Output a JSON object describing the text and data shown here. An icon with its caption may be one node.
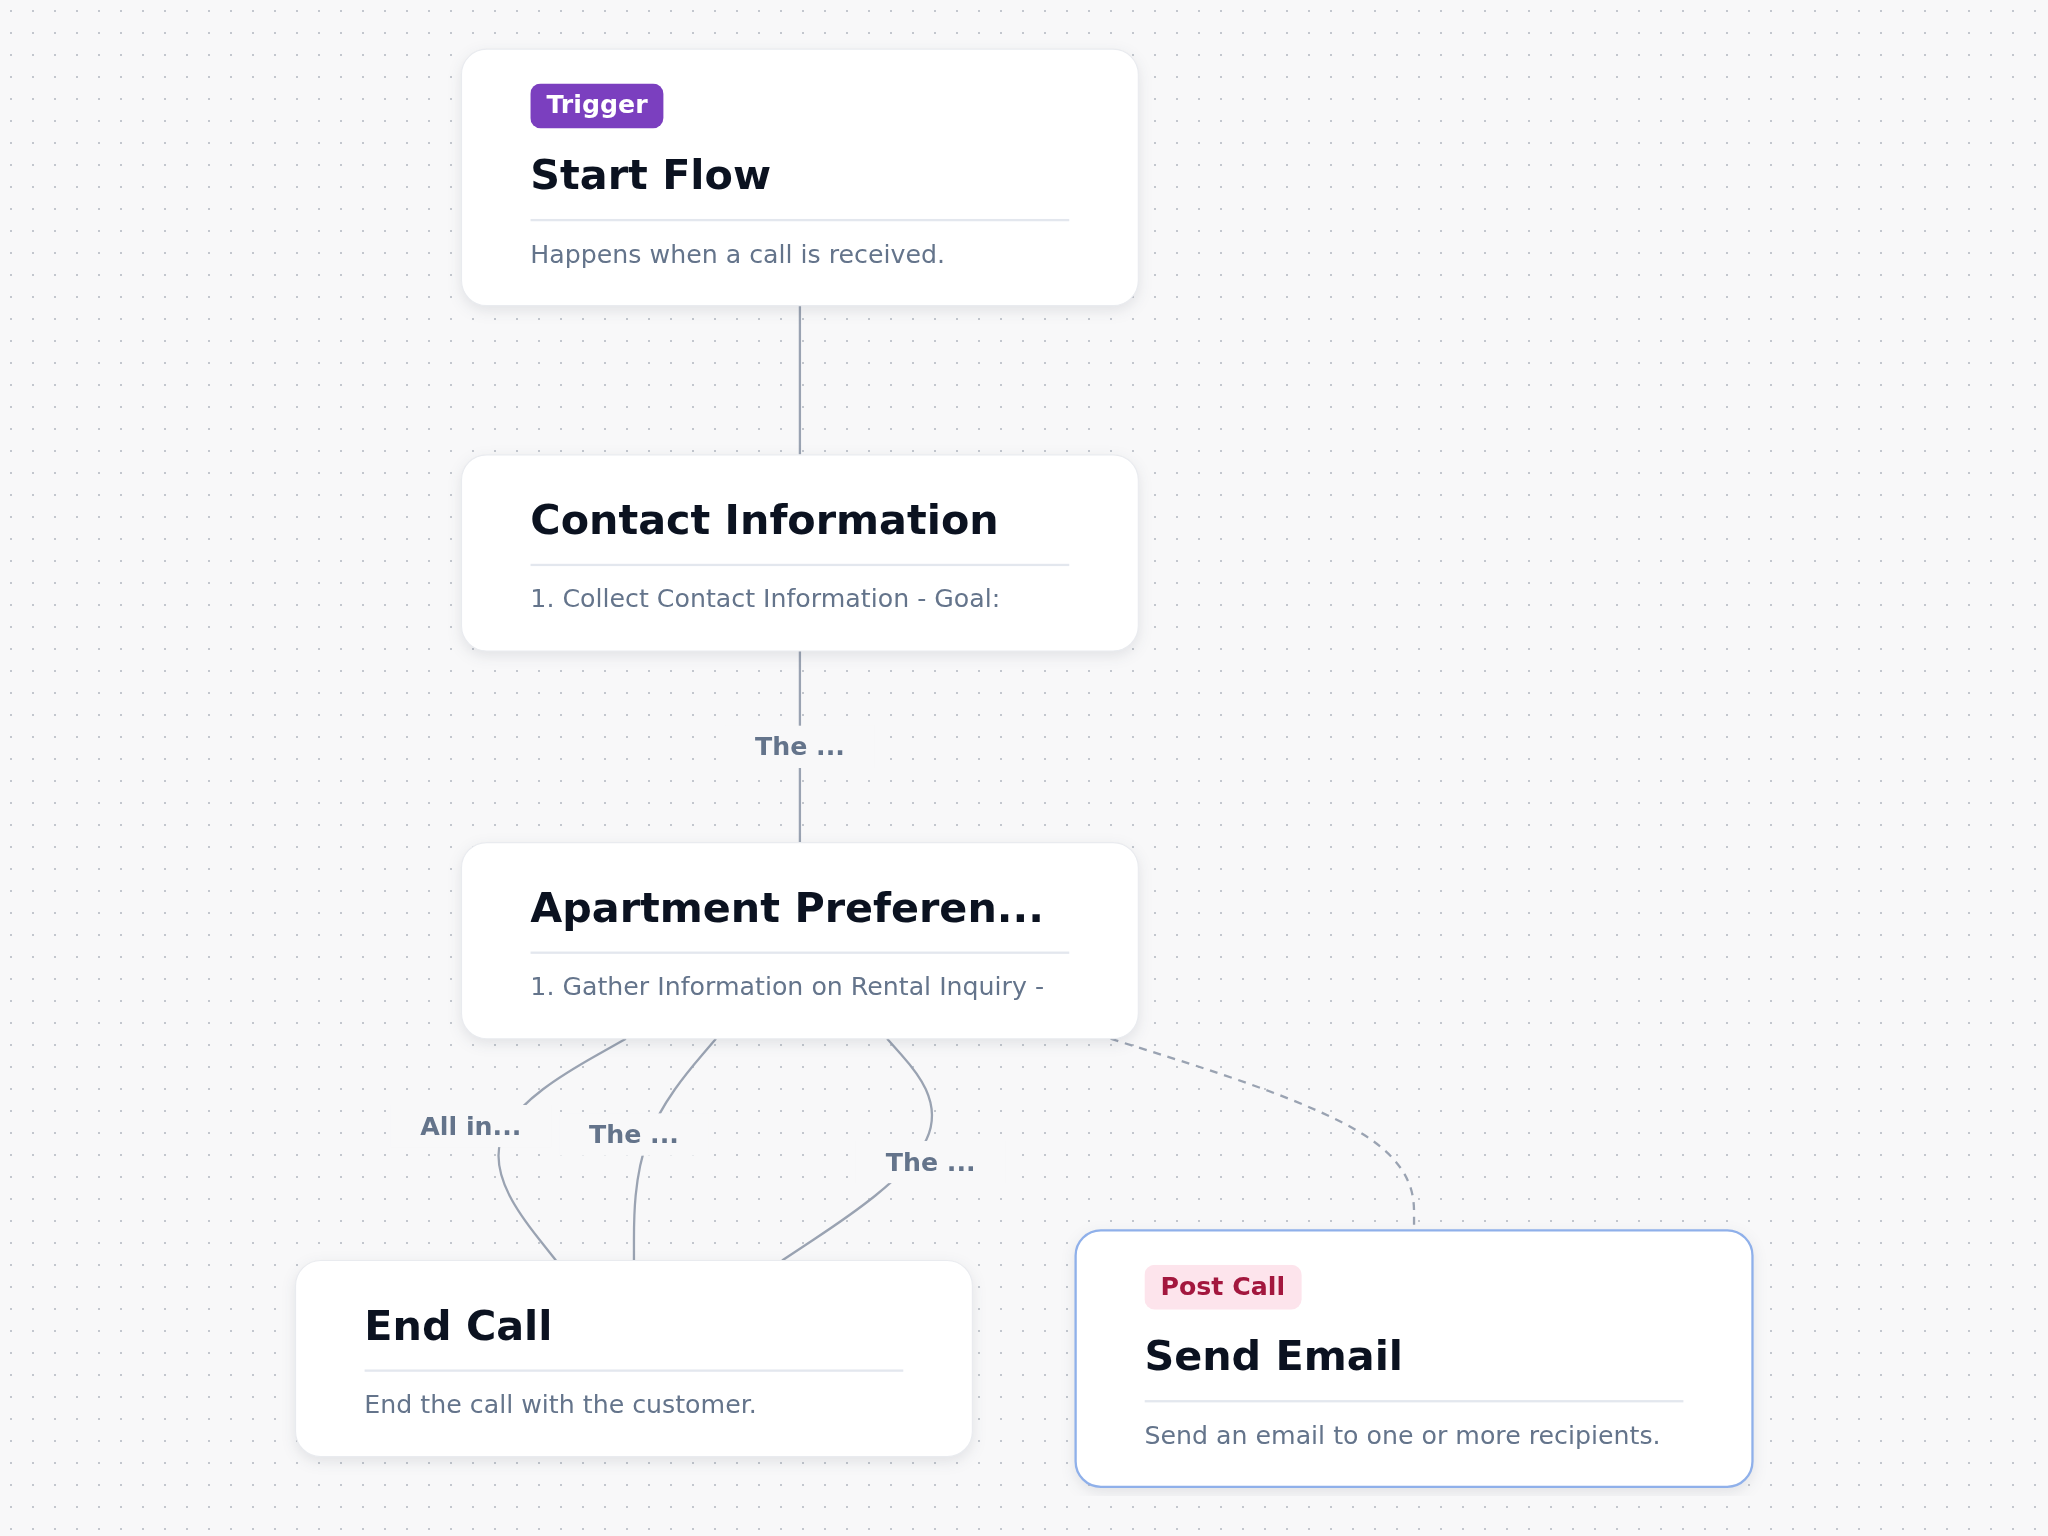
{
  "diagram": {
    "nodes": [
      {
        "text": [
          "Trigger",
          "Start Flow",
          "Happens when a call is received."
        ]
      },
      {
        "text": [
          "Contact Information",
          "1. Collect Contact Information - Goal:"
        ]
      },
      {
        "text": [
          "Apartment Preferen...",
          "1. Gather Information on Rental Inquiry -"
        ]
      },
      {
        "text": [
          "Post Call",
          "Send Email",
          "Send an email to one or more recipients."
        ]
      },
      {
        "text": [
          "End Call",
          "End the call with the customer."
        ]
      }
    ],
    "edges": [
      {
        "from": 0,
        "to": 1,
        "arrow": "none"
      },
      {
        "from": 1,
        "to": 2,
        "arrow": "none",
        "label": "The ..."
      },
      {
        "from": 2,
        "to": 4,
        "arrow": "none",
        "label": "All in..."
      },
      {
        "from": 2,
        "to": 4,
        "arrow": "none",
        "label": "The ..."
      },
      {
        "from": 2,
        "to": 4,
        "arrow": "none",
        "label": "The ..."
      },
      {
        "from": 2,
        "to": 3,
        "arrow": "none",
        "style": "dashed"
      }
    ]
  }
}
